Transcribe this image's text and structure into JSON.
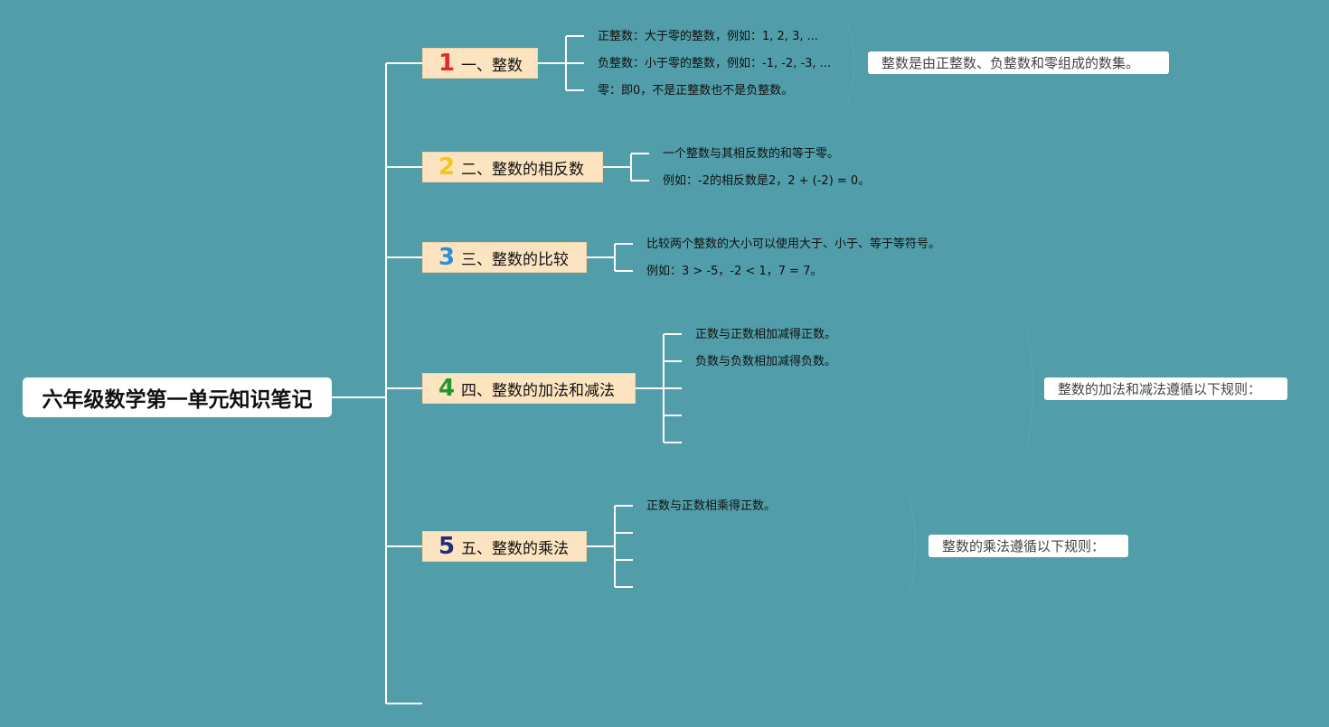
{
  "root": {
    "title": "六年级数学第一单元知识笔记"
  },
  "colors": {
    "background": "#519da9",
    "branch_fill": "#fce4c0",
    "num1": "#e02b2b",
    "num2": "#f5c518",
    "num3": "#2a8fd4",
    "num4": "#1e9a2c",
    "num5": "#1f2d7a"
  },
  "branches": [
    {
      "num": "1",
      "label": "一、整数",
      "leaves": [
        "正整数：大于零的整数，例如：1, 2, 3, ...",
        "负整数：小于零的整数，例如：-1, -2, -3, ...",
        "零：即0，不是正整数也不是负整数。"
      ],
      "summary": "整数是由正整数、负整数和零组成的数集。"
    },
    {
      "num": "2",
      "label": "二、整数的相反数",
      "leaves": [
        "一个整数与其相反数的和等于零。",
        "例如：-2的相反数是2，2 + (-2) = 0。"
      ]
    },
    {
      "num": "3",
      "label": "三、整数的比较",
      "leaves": [
        "比较两个整数的大小可以使用大于、小于、等于等符号。",
        "例如：3 > -5，-2 < 1，7 = 7。"
      ]
    },
    {
      "num": "4",
      "label": "四、整数的加法和减法",
      "leaves": [
        "正数与正数相加减得正数。",
        "负数与负数相加减得负数。"
      ],
      "summary": "整数的加法和减法遵循以下规则："
    },
    {
      "num": "5",
      "label": "五、整数的乘法",
      "leaves": [
        "正数与正数相乘得正数。"
      ],
      "summary": "整数的乘法遵循以下规则："
    }
  ]
}
